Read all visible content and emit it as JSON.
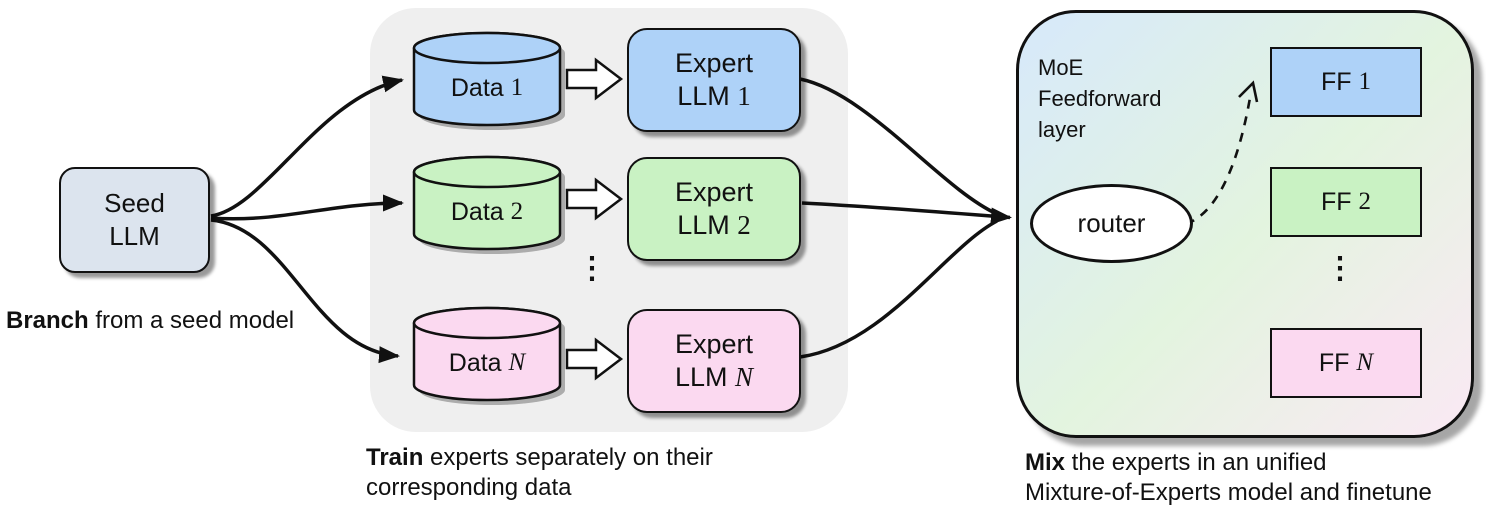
{
  "seed": {
    "line1": "Seed",
    "line2": "LLM",
    "fill": "#dce4ee"
  },
  "captions": {
    "branch": {
      "bold": "Branch",
      "rest": " from a seed model"
    },
    "train": {
      "bold": "Train",
      "rest": " experts separately on their",
      "line2": "corresponding data"
    },
    "mix": {
      "bold": "Mix",
      "rest": " the experts in an unified",
      "line2": "Mixture-of-Experts model and finetune"
    }
  },
  "rows": [
    {
      "data_label": "Data",
      "index": "1",
      "expert_line1": "Expert",
      "expert_line2": "LLM",
      "ff_label": "FF",
      "color": "#aed2f8"
    },
    {
      "data_label": "Data",
      "index": "2",
      "expert_line1": "Expert",
      "expert_line2": "LLM",
      "ff_label": "FF",
      "color": "#c9f2c3"
    },
    {
      "data_label": "Data",
      "index": "N",
      "expert_line1": "Expert",
      "expert_line2": "LLM",
      "ff_label": "FF",
      "color": "#fbd9f0"
    }
  ],
  "moe": {
    "label_line1": "MoE",
    "label_line2": "Feedforward",
    "label_line3": "layer",
    "router_label": "router",
    "ellipsis": "⋮"
  },
  "middle": {
    "ellipsis": "⋮"
  },
  "colors": {
    "outline": "#111111",
    "group_bg": "#efefef",
    "moe_gradient_start": "#d7e9fb",
    "moe_gradient_mid": "#e3f4df",
    "moe_gradient_end": "#fae9f4"
  }
}
